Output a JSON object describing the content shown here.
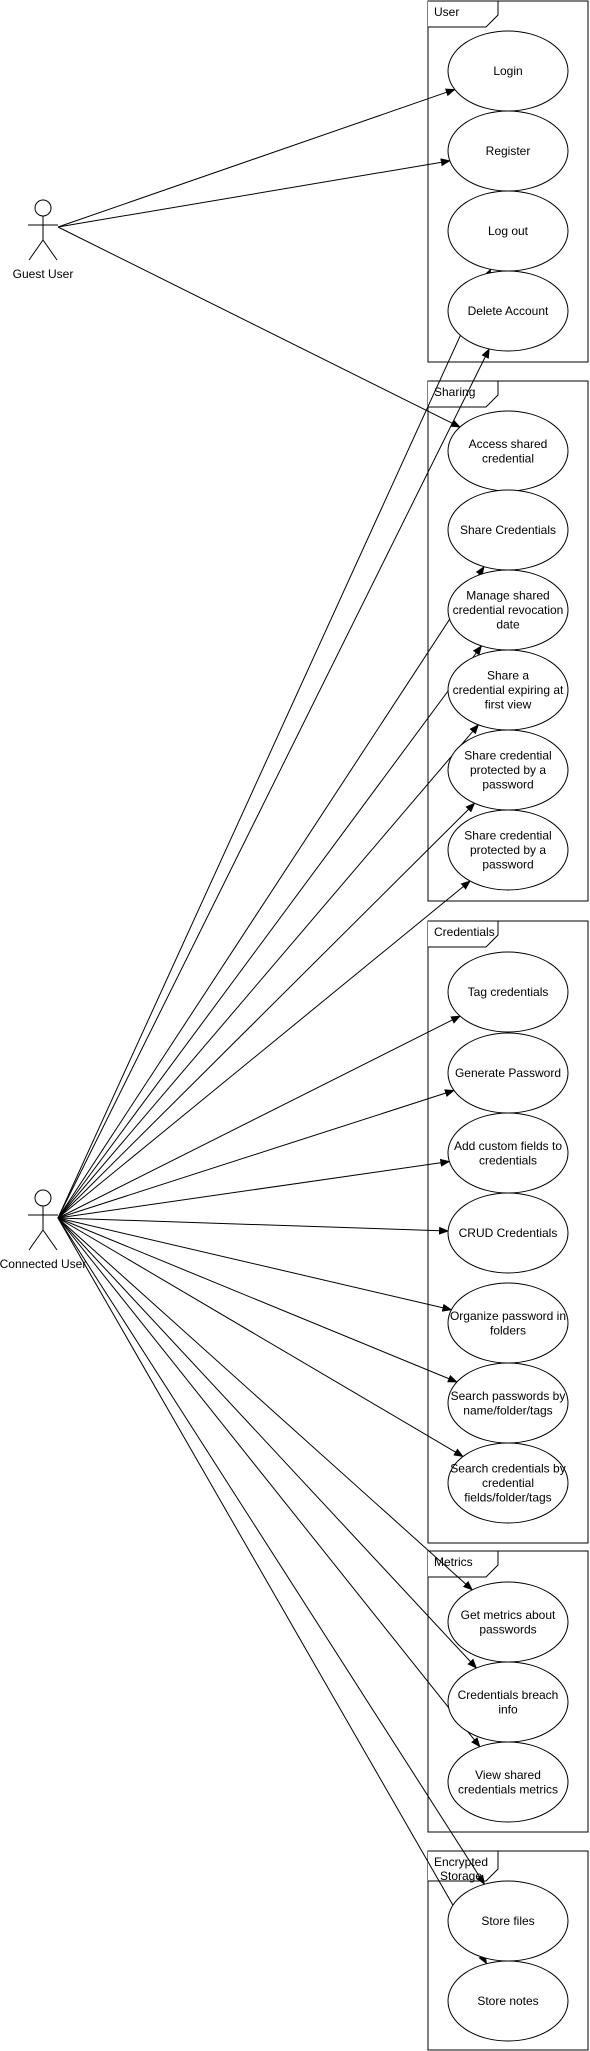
{
  "actors": {
    "guest": {
      "label": "Guest User"
    },
    "connected": {
      "label": "Connected User"
    }
  },
  "frames": {
    "user": {
      "title": [
        "User"
      ],
      "use_cases": [
        {
          "id": "login",
          "label": [
            "Login"
          ]
        },
        {
          "id": "register",
          "label": [
            "Register"
          ]
        },
        {
          "id": "logout",
          "label": [
            "Log out"
          ]
        },
        {
          "id": "delete",
          "label": [
            "Delete Account"
          ]
        }
      ]
    },
    "sharing": {
      "title": [
        "Sharing"
      ],
      "use_cases": [
        {
          "id": "access",
          "label": [
            "Access shared",
            "credential"
          ]
        },
        {
          "id": "share",
          "label": [
            "Share Credentials"
          ]
        },
        {
          "id": "revocation",
          "label": [
            "Manage shared",
            "credential revocation",
            "date"
          ]
        },
        {
          "id": "firstview",
          "label": [
            "Share a",
            "credential expiring at",
            "first view"
          ]
        },
        {
          "id": "pw1",
          "label": [
            "Share credential",
            "protected by a",
            "password"
          ]
        },
        {
          "id": "pw2",
          "label": [
            "Share credential",
            "protected by a",
            "password"
          ]
        }
      ]
    },
    "credentials": {
      "title": [
        "Credentials"
      ],
      "use_cases": [
        {
          "id": "tag",
          "label": [
            "Tag credentials"
          ]
        },
        {
          "id": "generate",
          "label": [
            "Generate Password"
          ]
        },
        {
          "id": "custom",
          "label": [
            "Add custom fields to",
            "credentials"
          ]
        },
        {
          "id": "crud",
          "label": [
            "CRUD Credentials"
          ]
        },
        {
          "id": "folders",
          "label": [
            "Organize password in",
            "folders"
          ]
        },
        {
          "id": "search",
          "label": [
            "Search passwords by",
            "name/folder/tags"
          ]
        },
        {
          "id": "search2",
          "label": [
            "Search credentials by",
            "credential",
            "fields/folder/tags"
          ]
        }
      ]
    },
    "metrics": {
      "title": [
        "Metrics"
      ],
      "use_cases": [
        {
          "id": "metrics",
          "label": [
            "Get metrics about",
            "passwords"
          ]
        },
        {
          "id": "breach",
          "label": [
            "Credentials breach",
            "info"
          ]
        },
        {
          "id": "sharedmetrics",
          "label": [
            "View shared",
            "credentials metrics"
          ]
        }
      ]
    },
    "storage": {
      "title": [
        "Encrypted",
        "Storage"
      ],
      "use_cases": [
        {
          "id": "files",
          "label": [
            "Store files"
          ]
        },
        {
          "id": "notes",
          "label": [
            "Store notes"
          ]
        }
      ]
    }
  },
  "associations": [
    {
      "from": "guest",
      "to": "login"
    },
    {
      "from": "guest",
      "to": "register"
    },
    {
      "from": "guest",
      "to": "access"
    },
    {
      "from": "connected",
      "to": "logout"
    },
    {
      "from": "connected",
      "to": "delete"
    },
    {
      "from": "connected",
      "to": "share"
    },
    {
      "from": "connected",
      "to": "revocation"
    },
    {
      "from": "connected",
      "to": "firstview"
    },
    {
      "from": "connected",
      "to": "pw1"
    },
    {
      "from": "connected",
      "to": "pw2"
    },
    {
      "from": "connected",
      "to": "tag"
    },
    {
      "from": "connected",
      "to": "generate"
    },
    {
      "from": "connected",
      "to": "custom"
    },
    {
      "from": "connected",
      "to": "crud"
    },
    {
      "from": "connected",
      "to": "folders"
    },
    {
      "from": "connected",
      "to": "search"
    },
    {
      "from": "connected",
      "to": "search2"
    },
    {
      "from": "connected",
      "to": "metrics"
    },
    {
      "from": "connected",
      "to": "breach"
    },
    {
      "from": "connected",
      "to": "sharedmetrics"
    },
    {
      "from": "connected",
      "to": "files"
    },
    {
      "from": "connected",
      "to": "notes"
    }
  ]
}
